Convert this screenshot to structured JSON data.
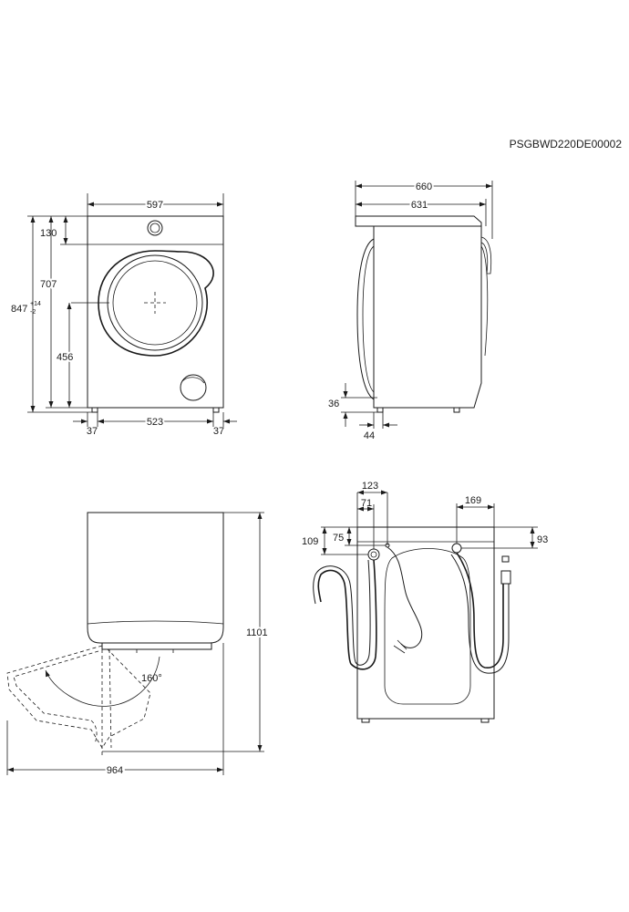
{
  "document_code": "PSGBWD220DE00002",
  "front_view": {
    "width": "597",
    "top_panel_height": "130",
    "body_height": "707",
    "total_height": "847",
    "total_height_tolerance_upper": "+14",
    "total_height_tolerance_lower": "-2",
    "door_center_height": "456",
    "foot_inset_left": "37",
    "foot_spacing": "523",
    "foot_inset_right": "37"
  },
  "side_view": {
    "depth_total": "660",
    "depth_body": "631",
    "foot_height": "36",
    "foot_setback": "44"
  },
  "door_view": {
    "height_door_open": "1101",
    "depth_door_open": "964",
    "door_angle": "160°"
  },
  "rear_view": {
    "hose_offset_left_outer": "123",
    "hose_offset_left_inner": "71",
    "hose_offset_right": "169",
    "height_left_outer": "109",
    "height_left_inner": "75",
    "height_right": "93"
  }
}
